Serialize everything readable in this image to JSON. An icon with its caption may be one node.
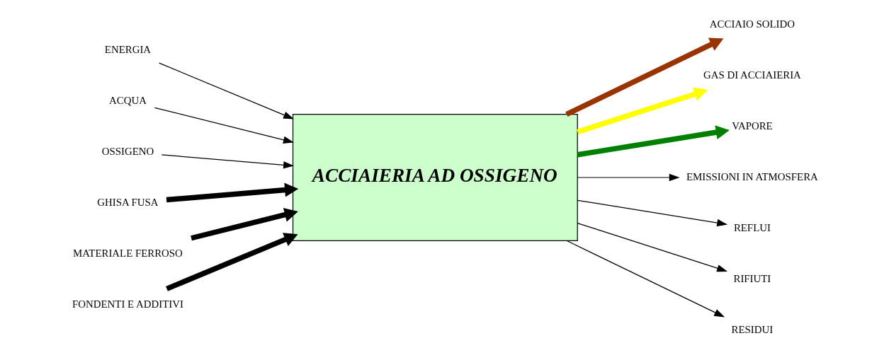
{
  "diagram": {
    "nodes": [
      {
        "text": [
          "ACCIAIERIA AD OSSIGENO"
        ]
      },
      {
        "text": [
          "ENERGIA"
        ]
      },
      {
        "text": [
          "ACQUA"
        ]
      },
      {
        "text": [
          "OSSIGENO"
        ]
      },
      {
        "text": [
          "GHISA FUSA"
        ]
      },
      {
        "text": [
          "MATERIALE FERROSO"
        ]
      },
      {
        "text": [
          "FONDENTI E ADDITIVI"
        ]
      },
      {
        "text": [
          "ACCIAIO SOLIDO"
        ]
      },
      {
        "text": [
          "GAS DI ACCIAIERIA"
        ]
      },
      {
        "text": [
          "VAPORE"
        ]
      },
      {
        "text": [
          "EMISSIONI IN ATMOSFERA"
        ]
      },
      {
        "text": [
          "REFLUI"
        ]
      },
      {
        "text": [
          "RIFIUTI"
        ]
      },
      {
        "text": [
          "RESIDUI"
        ]
      }
    ],
    "edges": [
      {
        "from": 1,
        "to": 0,
        "arrow": "to"
      },
      {
        "from": 2,
        "to": 0,
        "arrow": "to"
      },
      {
        "from": 3,
        "to": 0,
        "arrow": "to"
      },
      {
        "from": 4,
        "to": 0,
        "arrow": "to",
        "style": "thick"
      },
      {
        "from": 5,
        "to": 0,
        "arrow": "to",
        "style": "thick"
      },
      {
        "from": 6,
        "to": 0,
        "arrow": "to",
        "style": "thick"
      },
      {
        "from": 0,
        "to": 7,
        "arrow": "to",
        "style": "thick",
        "color": "#993300"
      },
      {
        "from": 0,
        "to": 8,
        "arrow": "to",
        "style": "thick",
        "color": "#ffff00"
      },
      {
        "from": 0,
        "to": 9,
        "arrow": "to",
        "style": "thick",
        "color": "#008000"
      },
      {
        "from": 0,
        "to": 10,
        "arrow": "to"
      },
      {
        "from": 0,
        "to": 11,
        "arrow": "to"
      },
      {
        "from": 0,
        "to": 12,
        "arrow": "to"
      },
      {
        "from": 0,
        "to": 13,
        "arrow": "to"
      }
    ]
  }
}
